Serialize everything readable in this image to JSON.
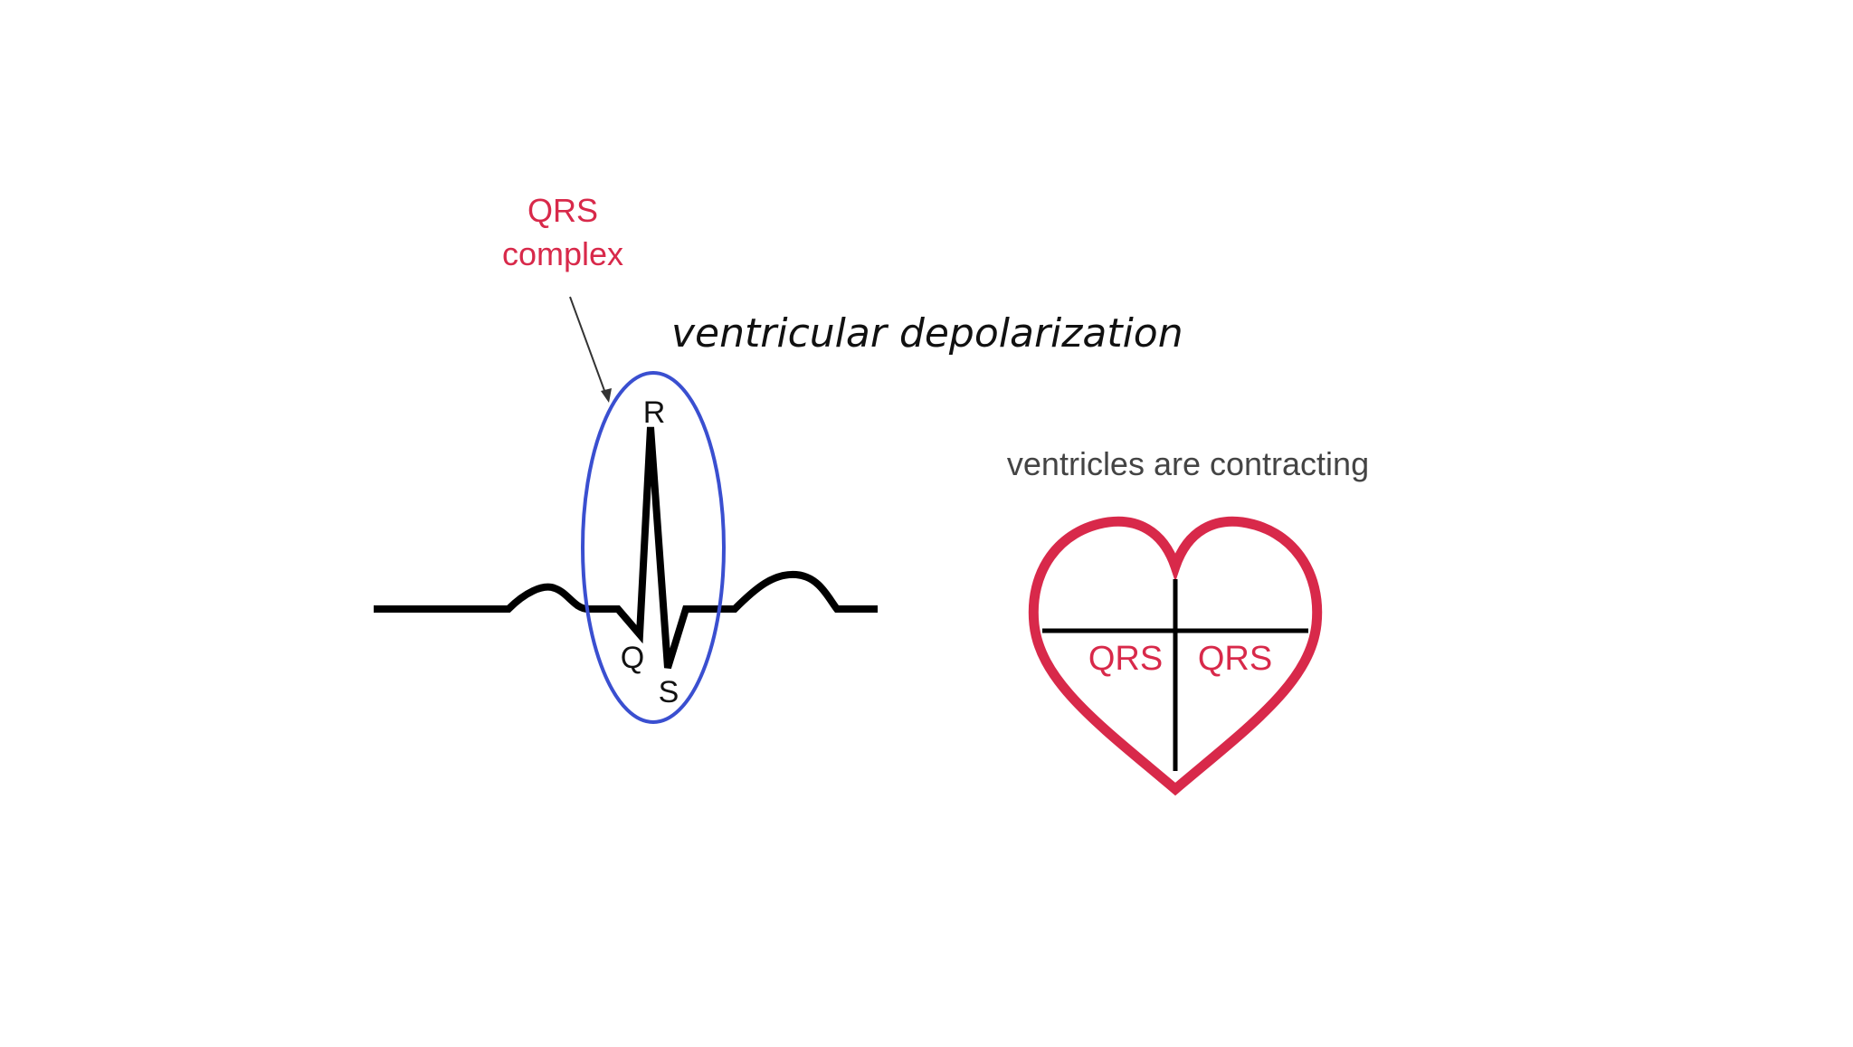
{
  "annotation": {
    "line1": "QRS",
    "line2": "complex"
  },
  "title": "ventricular depolarization",
  "ecg": {
    "peak_labels": {
      "r": "R",
      "q": "Q",
      "s": "S"
    }
  },
  "heart": {
    "caption": "ventricles are contracting",
    "left_label": "QRS",
    "right_label": "QRS"
  },
  "colors": {
    "accent_red": "#d8294a",
    "ellipse_blue": "#3a4fd0",
    "ink": "#000000",
    "caption_gray": "#444444"
  }
}
